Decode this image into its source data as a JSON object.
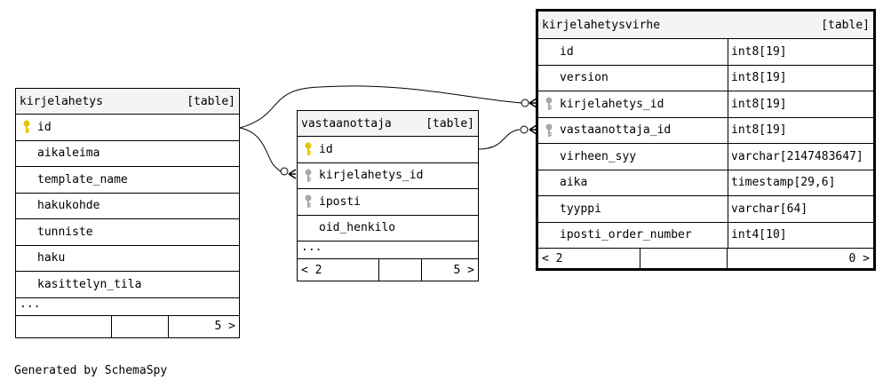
{
  "tables": {
    "kirjelahetys": {
      "name": "kirjelahetys",
      "tag": "[table]",
      "columns": [
        {
          "name": "id",
          "key": "primary"
        },
        {
          "name": "aikaleima",
          "key": "none"
        },
        {
          "name": "template_name",
          "key": "none"
        },
        {
          "name": "hakukohde",
          "key": "none"
        },
        {
          "name": "tunniste",
          "key": "none"
        },
        {
          "name": "haku",
          "key": "none"
        },
        {
          "name": "kasittelyn_tila",
          "key": "none"
        }
      ],
      "more": "...",
      "footer": {
        "left": "",
        "mid": "",
        "right": "5 >"
      }
    },
    "vastaanottaja": {
      "name": "vastaanottaja",
      "tag": "[table]",
      "columns": [
        {
          "name": "id",
          "key": "primary"
        },
        {
          "name": "kirjelahetys_id",
          "key": "foreign"
        },
        {
          "name": "iposti",
          "key": "foreign"
        },
        {
          "name": "oid_henkilo",
          "key": "none"
        }
      ],
      "more": "...",
      "footer": {
        "left": "< 2",
        "mid": "",
        "right": "5 >"
      }
    },
    "kirjelahetysvirhe": {
      "name": "kirjelahetysvirhe",
      "tag": "[table]",
      "columns": [
        {
          "name": "id",
          "type": "int8[19]",
          "key": "none"
        },
        {
          "name": "version",
          "type": "int8[19]",
          "key": "none"
        },
        {
          "name": "kirjelahetys_id",
          "type": "int8[19]",
          "key": "foreign"
        },
        {
          "name": "vastaanottaja_id",
          "type": "int8[19]",
          "key": "foreign"
        },
        {
          "name": "virheen_syy",
          "type": "varchar[2147483647]",
          "key": "none"
        },
        {
          "name": "aika",
          "type": "timestamp[29,6]",
          "key": "none"
        },
        {
          "name": "tyyppi",
          "type": "varchar[64]",
          "key": "none"
        },
        {
          "name": "iposti_order_number",
          "type": "int4[10]",
          "key": "none"
        }
      ],
      "footer": {
        "left": "< 2",
        "mid": "",
        "right": "0 >"
      }
    }
  },
  "colors": {
    "primary_key": "#e6c300",
    "foreign_key": "#a8a8a8",
    "header_bg": "#f4f4f4"
  },
  "footer_text": "Generated by SchemaSpy"
}
